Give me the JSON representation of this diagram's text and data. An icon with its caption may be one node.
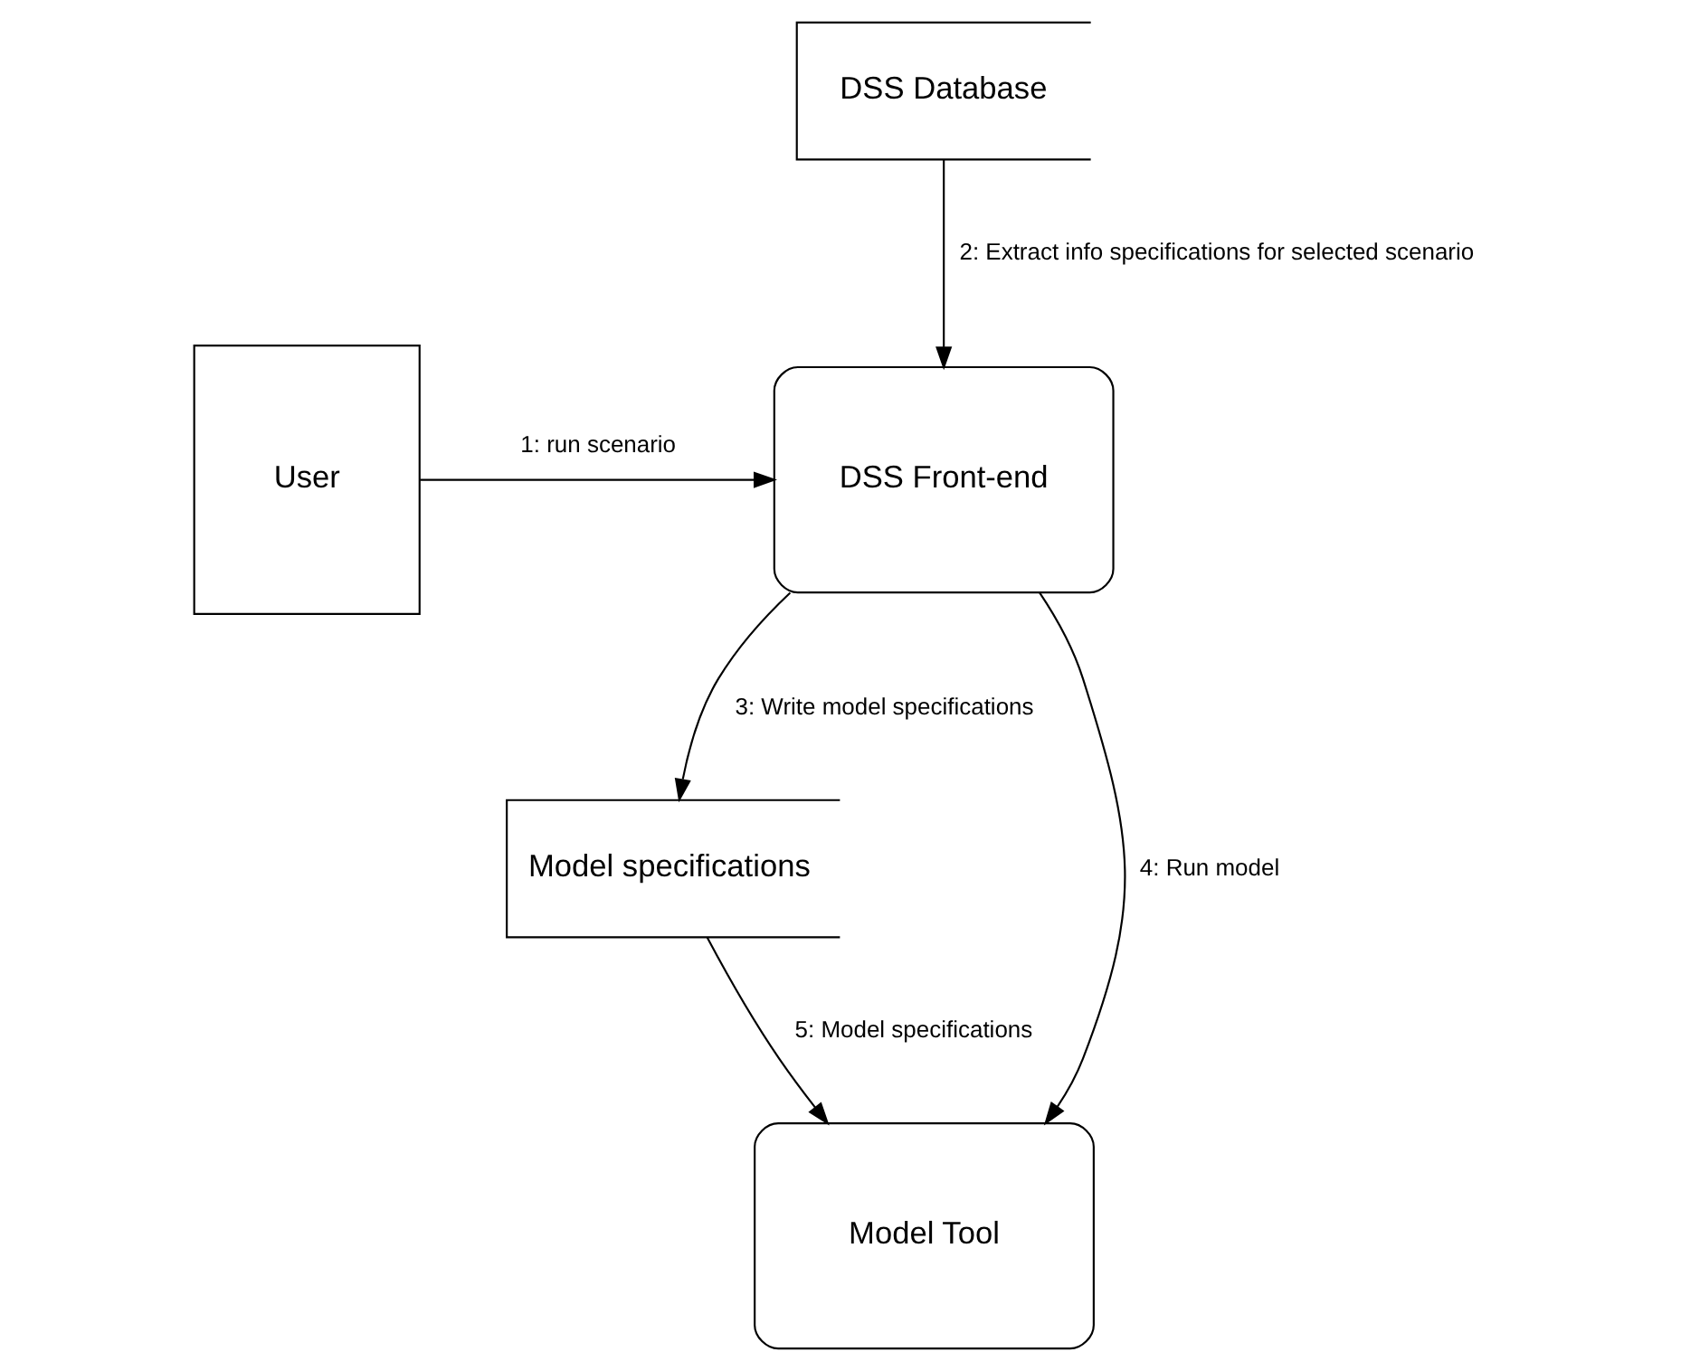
{
  "diagram": {
    "nodes": [
      {
        "text": [
          "DSS Database"
        ]
      },
      {
        "text": [
          "User"
        ]
      },
      {
        "text": [
          "DSS Front-end"
        ]
      },
      {
        "text": [
          "Model specifications"
        ]
      },
      {
        "text": [
          "Model Tool"
        ]
      }
    ],
    "edges": [
      {
        "from": 1,
        "to": 2,
        "arrow": "to",
        "label": "1: run scenario"
      },
      {
        "from": 0,
        "to": 2,
        "arrow": "to",
        "label": "2: Extract info specifications for selected scenario"
      },
      {
        "from": 2,
        "to": 3,
        "arrow": "to",
        "label": "3: Write model specifications"
      },
      {
        "from": 2,
        "to": 4,
        "arrow": "to",
        "label": "4: Run model"
      },
      {
        "from": 3,
        "to": 4,
        "arrow": "to",
        "label": "5: Model specifications"
      }
    ]
  }
}
